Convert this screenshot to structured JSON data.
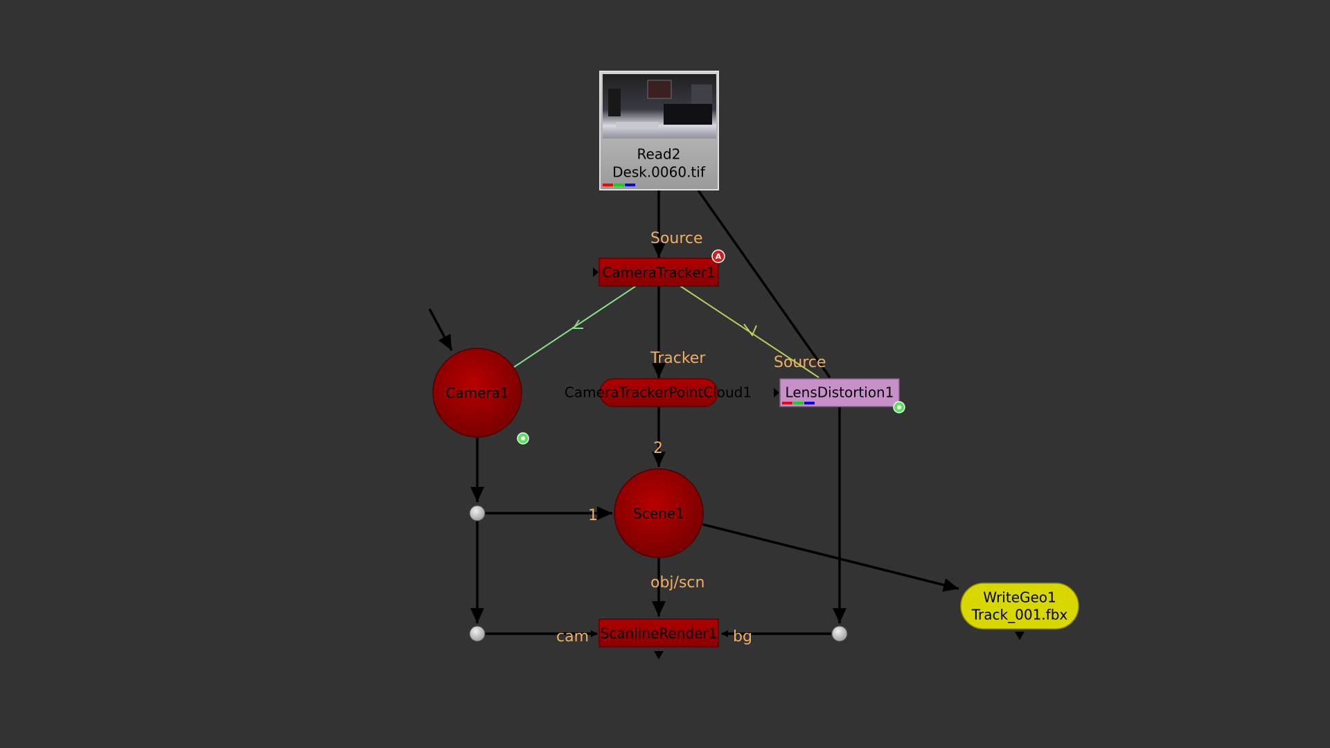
{
  "nodes": {
    "read": {
      "name": "Read2",
      "file": "Desk.0060.tif"
    },
    "camera_tracker": {
      "name": "CameraTracker1",
      "badge": "A"
    },
    "camera": {
      "name": "Camera1"
    },
    "point_cloud": {
      "name": "CameraTrackerPointCloud1"
    },
    "lens_distortion": {
      "name": "LensDistortion1"
    },
    "scene": {
      "name": "Scene1"
    },
    "scanline_render": {
      "name": "ScanlineRender1"
    },
    "write_geo": {
      "name": "WriteGeo1",
      "file": "Track_001.fbx"
    }
  },
  "input_labels": {
    "tracker_source": "Source",
    "pointcloud_tracker": "Tracker",
    "lens_source": "Source",
    "scene_input_2": "2",
    "scene_input_1": "1",
    "render_obj": "obj/scn",
    "render_cam": "cam",
    "render_bg": "bg"
  },
  "colors": {
    "background": "#333333",
    "red_node": "#a80000",
    "purple_node": "#c890c8",
    "yellow_node": "#d8d800",
    "label_orange": "#f0b060"
  }
}
